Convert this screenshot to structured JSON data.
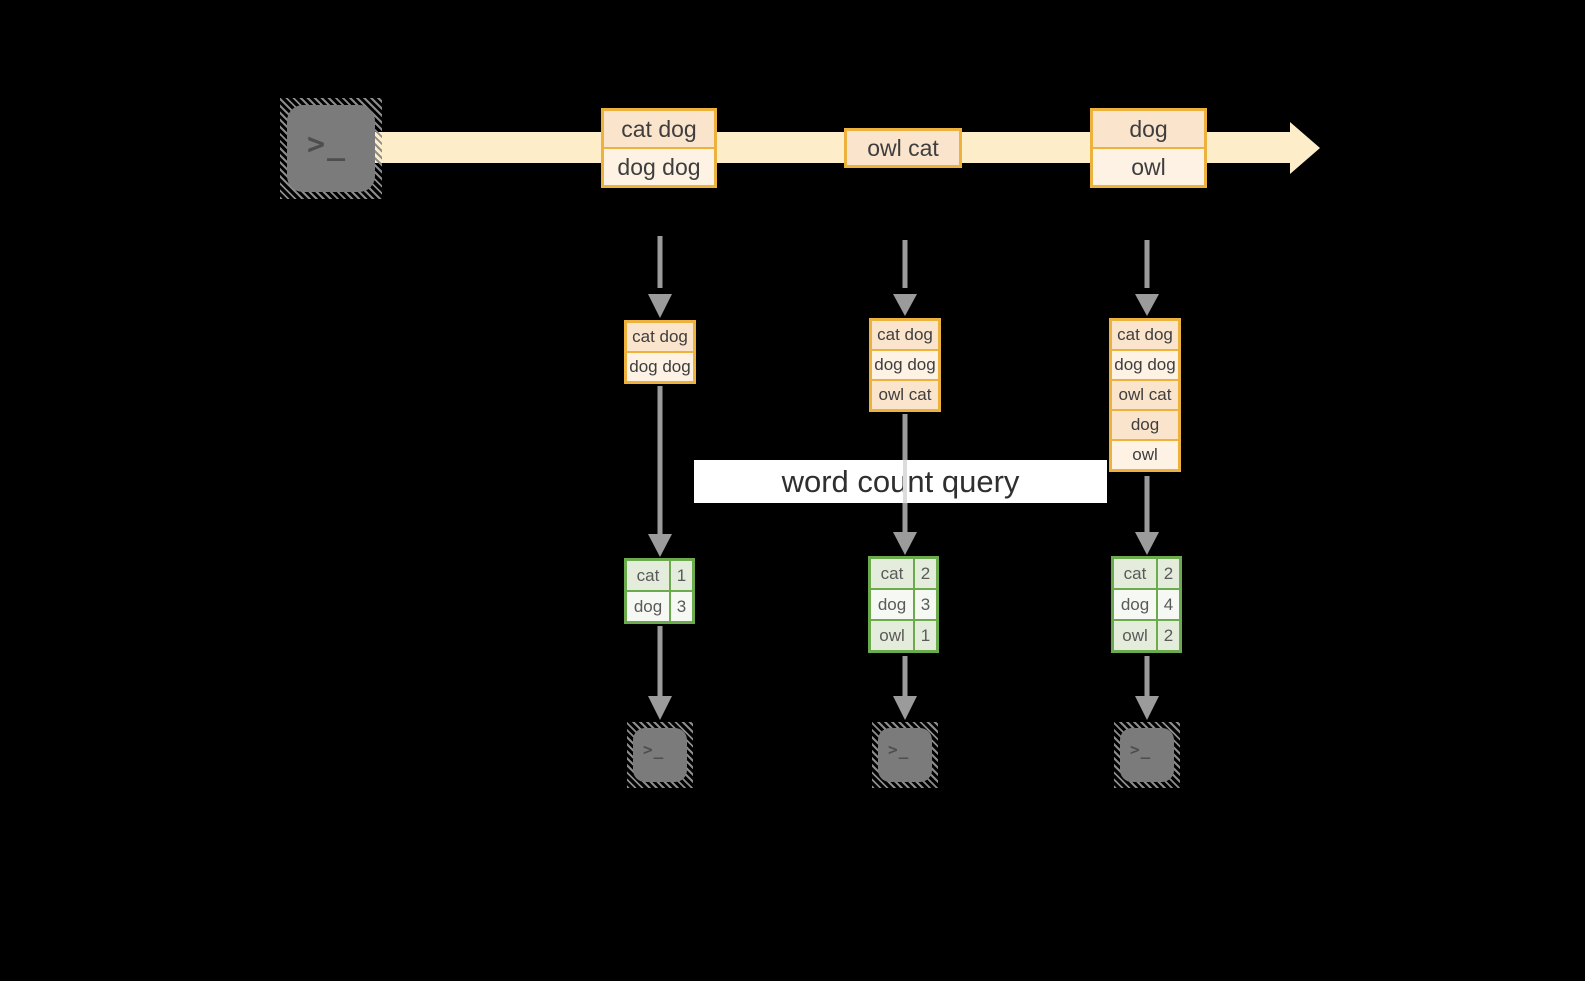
{
  "diagram_label": {
    "text": "word count query"
  },
  "stream": {
    "events": [
      {
        "cells": [
          "cat dog",
          "dog dog"
        ]
      },
      {
        "cells": [
          "owl cat"
        ]
      },
      {
        "cells": [
          "dog",
          "owl"
        ]
      }
    ]
  },
  "columns": [
    {
      "buffer": [
        "cat dog",
        "dog dog"
      ],
      "table": [
        {
          "word": "cat",
          "count": "1"
        },
        {
          "word": "dog",
          "count": "3"
        }
      ]
    },
    {
      "buffer": [
        "cat dog",
        "dog dog",
        "owl cat"
      ],
      "table": [
        {
          "word": "cat",
          "count": "2"
        },
        {
          "word": "dog",
          "count": "3"
        },
        {
          "word": "owl",
          "count": "1"
        }
      ]
    },
    {
      "buffer": [
        "cat dog",
        "dog dog",
        "owl cat",
        "dog",
        "owl"
      ],
      "table": [
        {
          "word": "cat",
          "count": "2"
        },
        {
          "word": "dog",
          "count": "4"
        },
        {
          "word": "owl",
          "count": "2"
        }
      ]
    }
  ],
  "icons": {
    "prompt_glyph": ">_",
    "prompt_glyph_small": ">_"
  },
  "colors": {
    "background": "#000000",
    "stream_band": "#fdeec9",
    "orange_border": "#ecb23d",
    "peach_fill": "#fae4cb",
    "cream_fill": "#fdf2e3",
    "green_border": "#6baa4d",
    "green_light": "#e4ecdb",
    "green_white": "#f6f9f3",
    "arrow_gray": "#9b9b9b",
    "terminal_gray": "#7b7b7b"
  }
}
